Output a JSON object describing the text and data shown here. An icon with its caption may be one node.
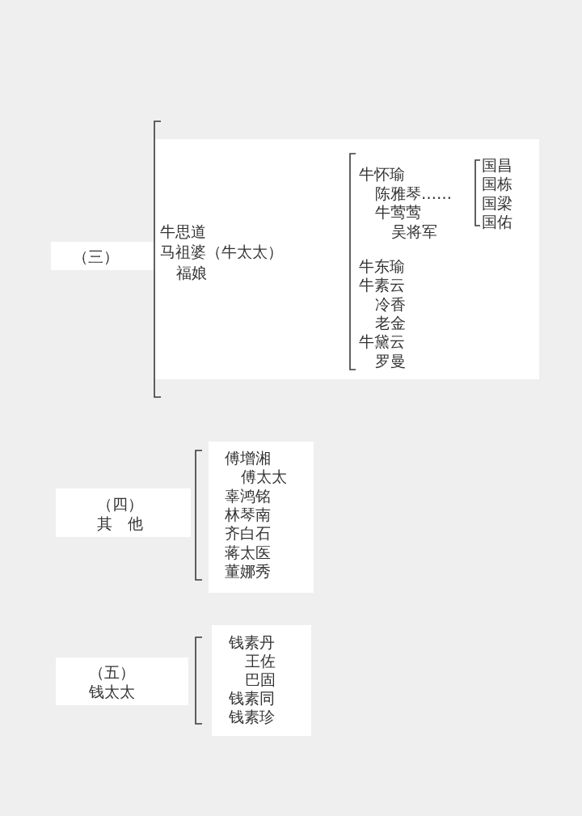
{
  "diagram": {
    "nodes": [
      {
        "text": [
          "（三）"
        ]
      },
      {
        "text": [
          "牛思道",
          "马祖婆（牛太太）",
          "福娘",
          "牛怀瑜",
          "陈雅琴……",
          "牛莺莺",
          "吴将军",
          "牛东瑜",
          "牛素云",
          "冷香",
          "老金",
          "牛黛云",
          "罗曼",
          "国昌",
          "国栋",
          "国梁",
          "国佑"
        ]
      },
      {
        "text": [
          "（四）",
          "其　他"
        ]
      },
      {
        "text": [
          "傅增湘",
          "傅太太",
          "辜鸿铭",
          "林琴南",
          "齐白石",
          "蒋太医",
          "董娜秀"
        ]
      },
      {
        "text": [
          "（五）",
          "钱太太"
        ]
      },
      {
        "text": [
          "钱素丹",
          "王佐",
          "巴固",
          "钱素同",
          "钱素珍"
        ]
      }
    ]
  }
}
